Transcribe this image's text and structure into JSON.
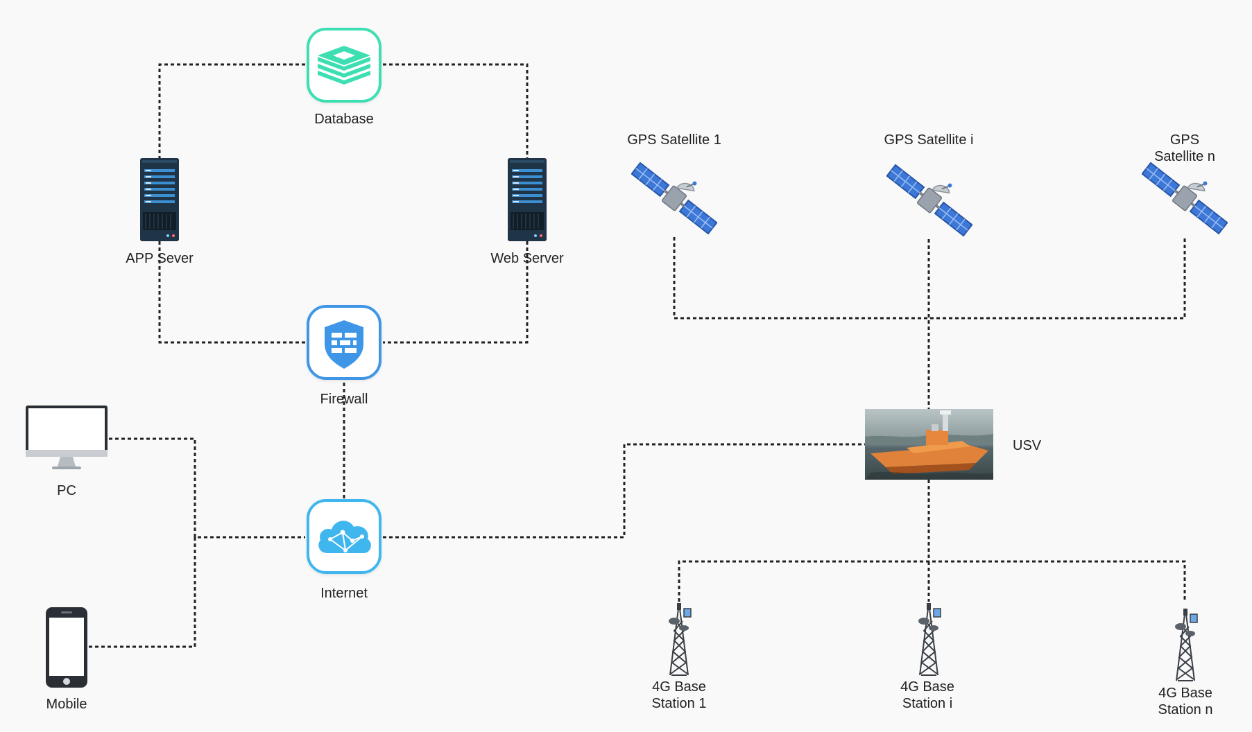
{
  "colors": {
    "link": "#222222",
    "database_accent": "#3ddfb2",
    "firewall_accent": "#3f96e6",
    "internet_accent": "#3fb6ee",
    "server_body": "#1f3446",
    "server_stripe": "#3c8fd0",
    "satellite_panel": "#3d78d8",
    "satellite_body": "#9aa3ad",
    "boat_hull": "#e0823a",
    "water": "#4c5a5c"
  },
  "nodes": {
    "database": {
      "label": "Database",
      "icon": "database-stack-icon"
    },
    "app_server": {
      "label": "APP Sever",
      "icon": "server-rack-icon"
    },
    "web_server": {
      "label": "Web Server",
      "icon": "server-rack-icon"
    },
    "firewall": {
      "label": "Firewall",
      "icon": "firewall-shield-icon"
    },
    "internet": {
      "label": "Internet",
      "icon": "cloud-network-icon"
    },
    "pc": {
      "label": "PC",
      "icon": "monitor-icon"
    },
    "mobile": {
      "label": "Mobile",
      "icon": "smartphone-icon"
    },
    "usv": {
      "label": "USV",
      "icon": "usv-boat-photo"
    },
    "satellites": [
      {
        "label": "GPS Satellite 1",
        "icon": "satellite-icon"
      },
      {
        "label": "GPS Satellite i",
        "icon": "satellite-icon"
      },
      {
        "label": "GPS Satellite n",
        "icon": "satellite-icon"
      }
    ],
    "base_stations": [
      {
        "label": "4G Base\nStation 1",
        "icon": "cell-tower-icon"
      },
      {
        "label": "4G Base\nStation i",
        "icon": "cell-tower-icon"
      },
      {
        "label": "4G Base\nStation n",
        "icon": "cell-tower-icon"
      }
    ]
  },
  "edges": [
    [
      "database",
      "app_server"
    ],
    [
      "database",
      "web_server"
    ],
    [
      "app_server",
      "firewall"
    ],
    [
      "web_server",
      "firewall"
    ],
    [
      "firewall",
      "internet"
    ],
    [
      "pc",
      "internet"
    ],
    [
      "mobile",
      "internet"
    ],
    [
      "internet",
      "usv"
    ],
    [
      "satellites.0",
      "usv"
    ],
    [
      "satellites.1",
      "usv"
    ],
    [
      "satellites.2",
      "usv"
    ],
    [
      "usv",
      "base_stations.0"
    ],
    [
      "usv",
      "base_stations.1"
    ],
    [
      "usv",
      "base_stations.2"
    ]
  ]
}
